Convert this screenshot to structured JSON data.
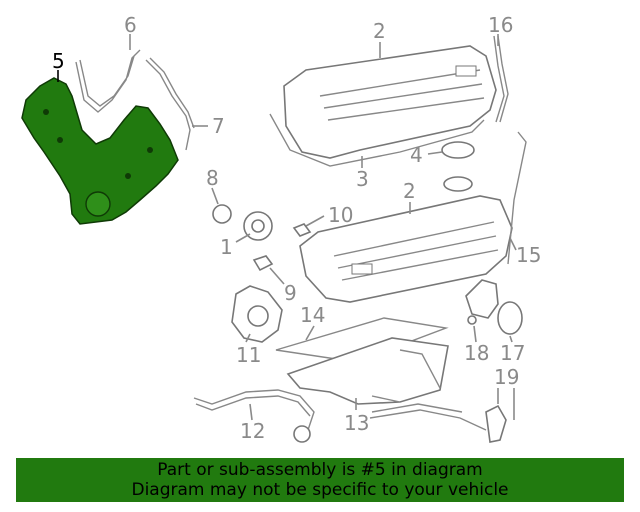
{
  "diagram": {
    "highlight_color": "#217a0f",
    "callouts": [
      {
        "id": "c5",
        "label": "5",
        "highlighted": true
      },
      {
        "id": "c6",
        "label": "6"
      },
      {
        "id": "c7",
        "label": "7"
      },
      {
        "id": "c2a",
        "label": "2"
      },
      {
        "id": "c16",
        "label": "16"
      },
      {
        "id": "c4",
        "label": "4"
      },
      {
        "id": "c3",
        "label": "3"
      },
      {
        "id": "c8",
        "label": "8"
      },
      {
        "id": "c10",
        "label": "10"
      },
      {
        "id": "c2b",
        "label": "2"
      },
      {
        "id": "c1",
        "label": "1"
      },
      {
        "id": "c15",
        "label": "15"
      },
      {
        "id": "c9",
        "label": "9"
      },
      {
        "id": "c14",
        "label": "14"
      },
      {
        "id": "c11",
        "label": "11"
      },
      {
        "id": "c18",
        "label": "18"
      },
      {
        "id": "c17",
        "label": "17"
      },
      {
        "id": "c19",
        "label": "19"
      },
      {
        "id": "c12",
        "label": "12"
      },
      {
        "id": "c13",
        "label": "13"
      }
    ]
  },
  "banner": {
    "line1": "Part or sub-assembly is #5 in diagram",
    "line2": "Diagram may not be specific to your vehicle",
    "color": "#217a0f"
  }
}
